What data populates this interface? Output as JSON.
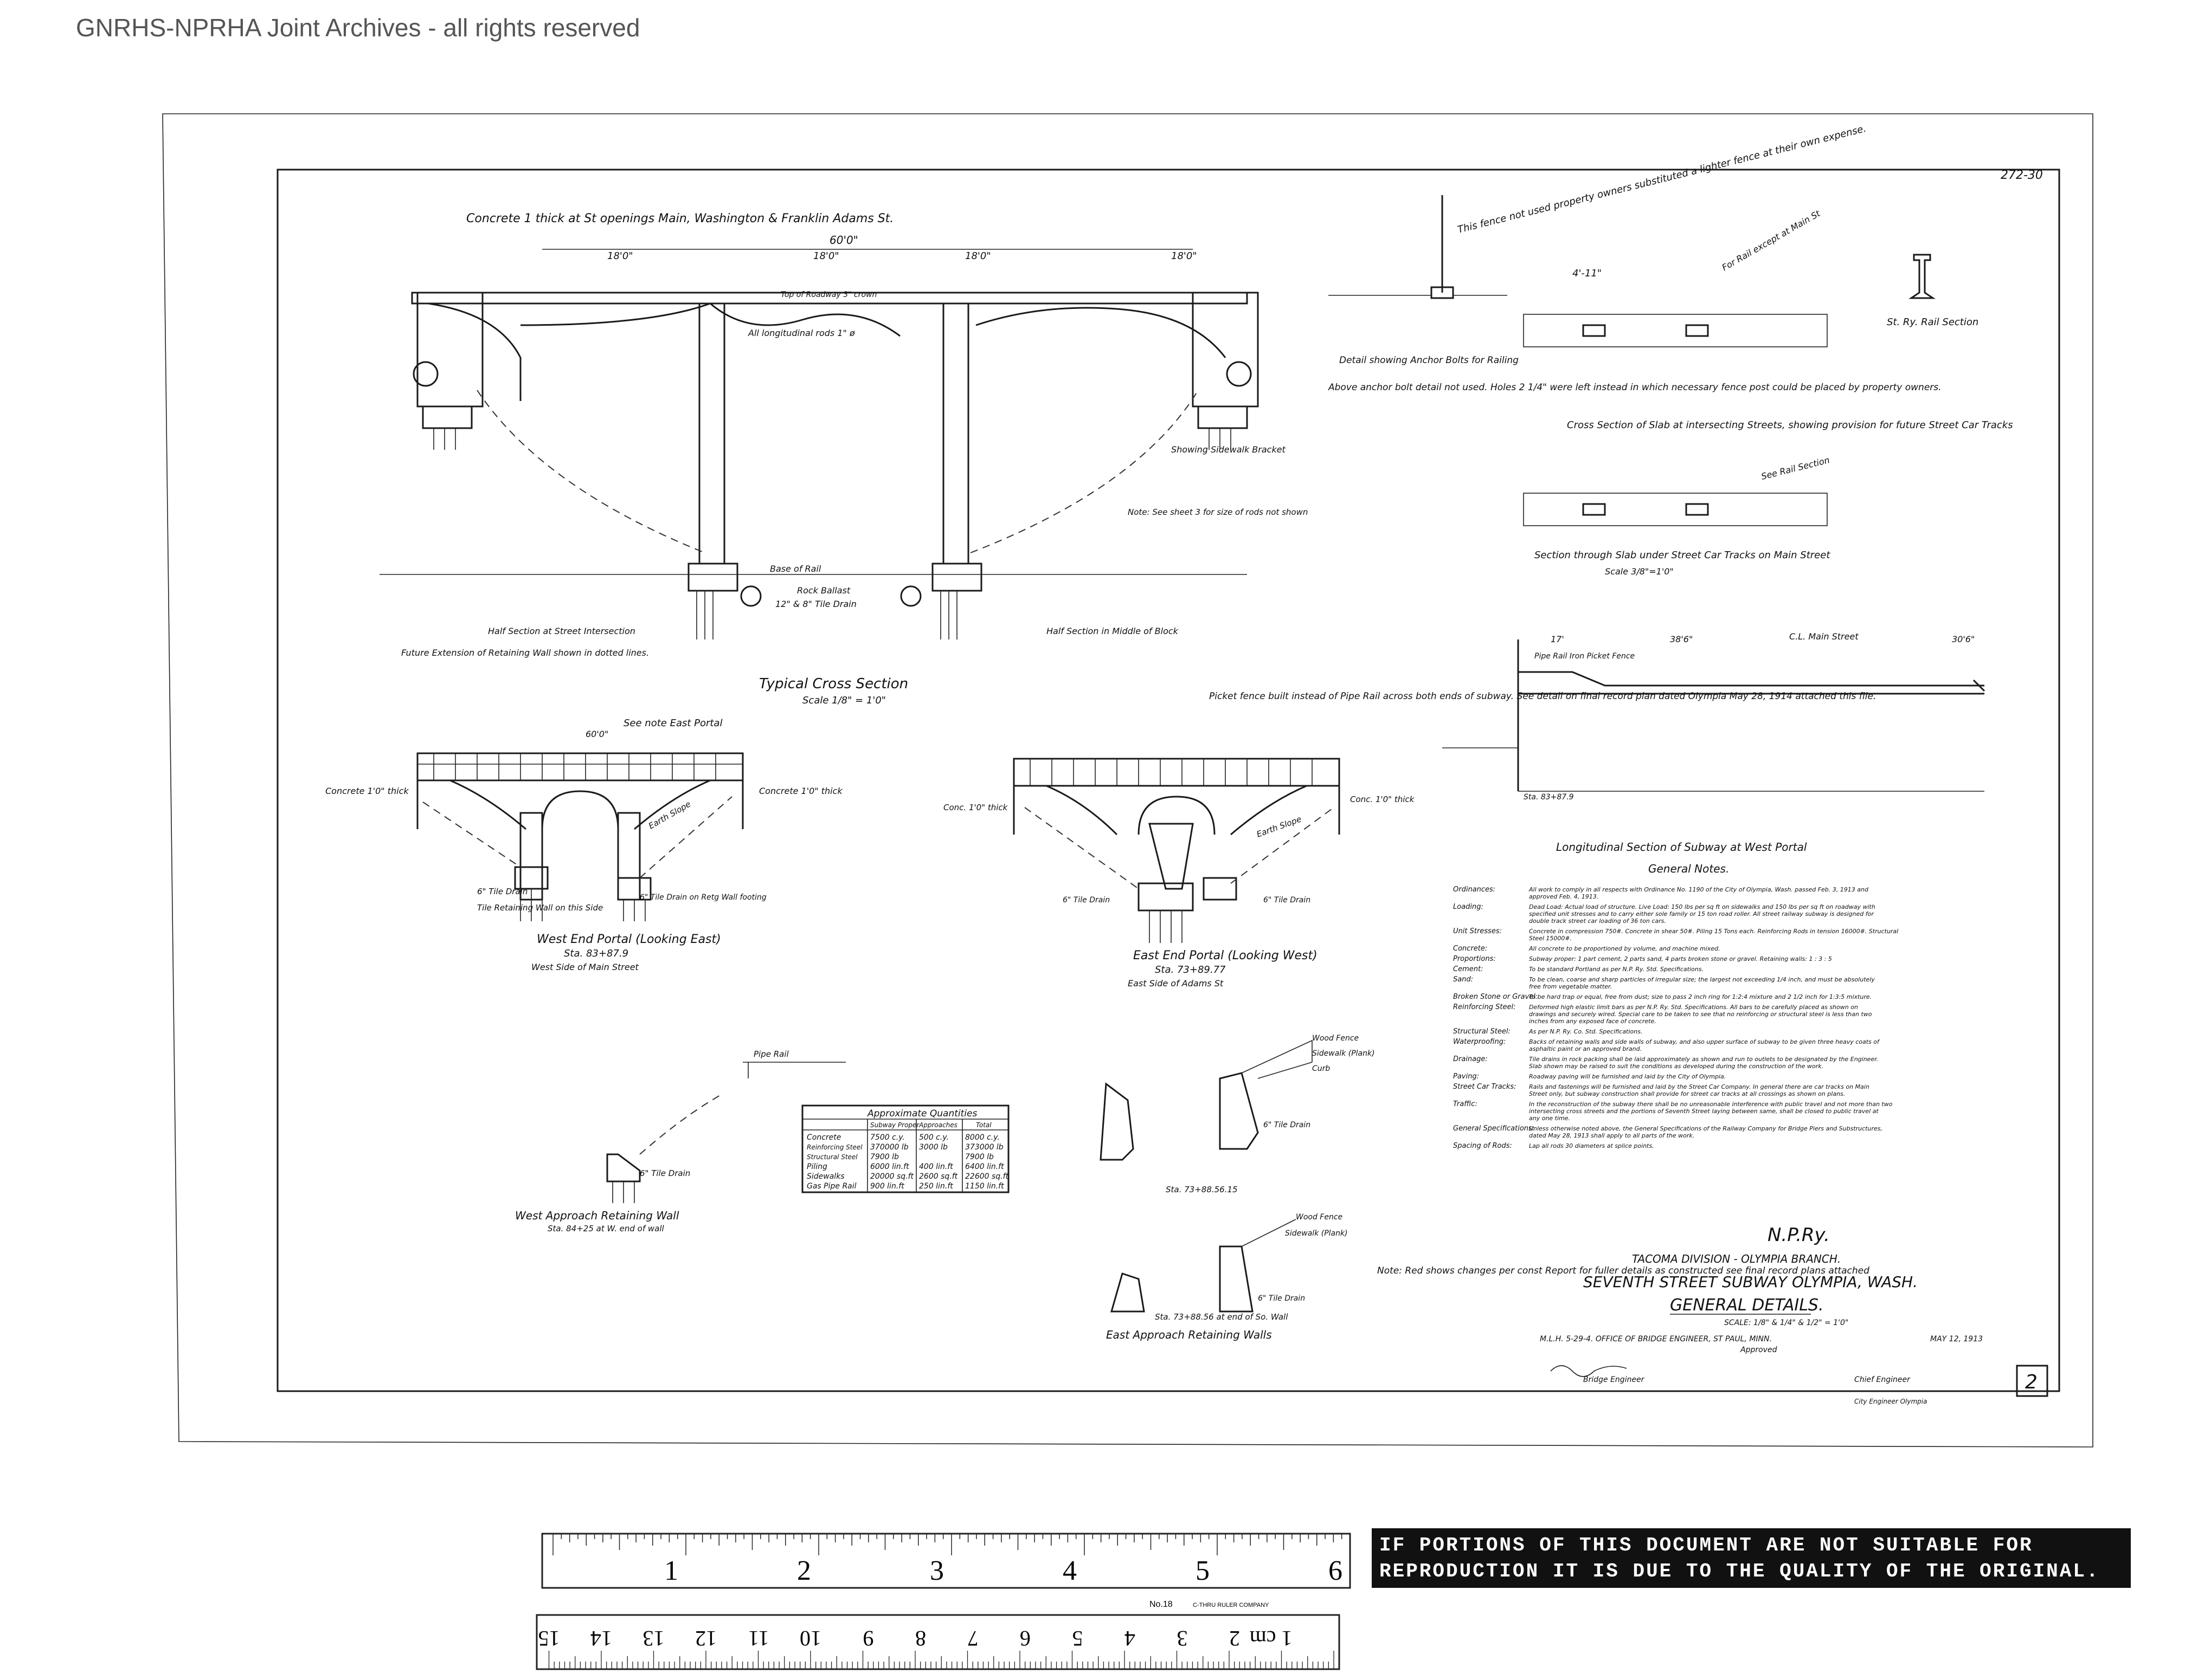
{
  "watermark": "GNRHS-NPRHA Joint Archives - all rights reserved",
  "sheet_ref": "272-30",
  "sheet_number": "2",
  "typical_section": {
    "top_note": "Concrete 1 thick at St openings Main, Washington & Franklin Adams St.",
    "span_60": "60'0\"",
    "span_18a": "18'0\"",
    "span_18b": "18'0\"",
    "span_18c": "18'0\"",
    "span_18d": "18'0\"",
    "slab_rod": "Top of Roadway 3\" crown",
    "long_rods": "All longitudinal rods 1\" ø",
    "half_left": "Half Section at Street Intersection",
    "half_right": "Half Section in Middle of Block",
    "future_ext": "Future Extension of Retaining Wall shown in dotted lines.",
    "base_rail": "Base of Rail",
    "rock_ballast": "Rock Ballast",
    "tile_drain": "12\" & 8\" Tile Drain",
    "title": "Typical Cross Section",
    "scale": "Scale 1/8\" = 1'0\"",
    "bracket": "Showing Sidewalk Bracket",
    "note": "Note: See sheet 3 for size of rods not shown"
  },
  "fence_note": {
    "text1": "This fence not used property owners substituted a lighter fence at their own expense.",
    "text2": "Detail showing Anchor Bolts for Railing",
    "text3": "Above anchor bolt detail not used. Holes 2 1/4\" were left instead in which necessary fence post could be placed by property owners."
  },
  "slab_sections": {
    "dim_top": "4'-11\"",
    "street_car": "For Rail except at Main St",
    "title1": "Cross Section of Slab at intersecting Streets, showing provision for future Street Car Tracks",
    "title2": "Section through Slab under Street Car Tracks on Main Street",
    "scale2": "Scale 3/8\"=1'0\"",
    "rail_section": "St. Ry. Rail Section",
    "rail_section2": "See Rail Section"
  },
  "longitudinal": {
    "main_street": "C.L. Main Street",
    "pipe_fence": "Pipe Rail Iron Picket Fence",
    "title": "Longitudinal Section of Subway at West Portal",
    "sta": "Sta. 83+87.9",
    "d17": "17'",
    "d386": "38'6\"",
    "d306": "30'6\""
  },
  "west_portal": {
    "see_note": "See note East Portal",
    "d60": "60'0\"",
    "conc_left": "Concrete 1'0\" thick",
    "conc_right": "Concrete 1'0\" thick",
    "earth_slope": "Earth Slope",
    "tile_drain": "6\" Tile Drain",
    "retaining": "Tile Retaining Wall on this Side",
    "tile_drain2": "6\" Tile Drain on Retg Wall footing",
    "title": "West End Portal (Looking East)",
    "sta": "Sta. 83+87.9",
    "side": "West Side of Main Street"
  },
  "east_portal": {
    "picket": "Picket fence built instead of Pipe Rail across both ends of subway. See detail on final record plan dated Olympia May 28, 1914 attached this file.",
    "conc_left": "Conc. 1'0\" thick",
    "conc_right": "Conc. 1'0\" thick",
    "earth_slope": "Earth Slope",
    "tile_drain": "6\" Tile Drain",
    "tile_drain2": "6\" Tile Drain",
    "title": "East End Portal (Looking West)",
    "sta": "Sta. 73+89.77",
    "side": "East Side of Adams St"
  },
  "west_approach": {
    "pipe_rail": "Pipe Rail",
    "drain": "6\" Tile Drain",
    "title": "West Approach Retaining Wall",
    "sta": "Sta. 84+25 at W. end of wall"
  },
  "east_approach": {
    "wood_fence": "Wood Fence",
    "sidewalk": "Sidewalk (Plank)",
    "curb": "Curb",
    "drain": "6\" Tile Drain",
    "wood_fence2": "Wood Fence",
    "sidewalk2": "Sidewalk (Plank)",
    "drain2": "6\" Tile Drain",
    "sta1": "Sta. 73+88.56.15",
    "sta2": "Sta. 73+88.56 at end of So. Wall",
    "title": "East Approach Retaining Walls"
  },
  "quantities": {
    "title": "Approximate Quantities",
    "headers": [
      "",
      "Subway Proper",
      "Approaches",
      "Total"
    ],
    "rows": [
      [
        "Concrete",
        "7500 c.y.",
        "500 c.y.",
        "8000 c.y."
      ],
      [
        "Reinforcing Steel",
        "370000 lb",
        "3000 lb",
        "373000 lb"
      ],
      [
        "Structural Steel",
        "7900 lb",
        "",
        "7900 lb"
      ],
      [
        "Piling",
        "6000 lin.ft",
        "400 lin.ft",
        "6400 lin.ft"
      ],
      [
        "Sidewalks",
        "20000 sq.ft",
        "2600 sq.ft",
        "22600 sq.ft"
      ],
      [
        "Gas Pipe Rail",
        "900 lin.ft",
        "250 lin.ft",
        "1150 lin.ft"
      ]
    ]
  },
  "general_notes": {
    "title": "General Notes.",
    "items": [
      {
        "label": "Ordinances:",
        "text": "All work to comply in all respects with Ordinance No. 1190 of the City of Olympia, Wash. passed Feb. 3, 1913 and approved Feb. 4, 1913."
      },
      {
        "label": "Loading:",
        "text": "Dead Load: Actual load of structure. Live Load: 150 lbs per sq ft on sidewalks and 150 lbs per sq ft on roadway with specified unit stresses and to carry either sole family or 15 ton road roller. All street railway subway is designed for double track street car loading of 36 ton cars."
      },
      {
        "label": "Unit Stresses:",
        "text": "Concrete in compression 750#. Concrete in shear 50#. Piling 15 Tons each. Reinforcing Rods in tension 16000#. Structural Steel 15000#."
      },
      {
        "label": "Concrete:",
        "text": "All concrete to be proportioned by volume, and machine mixed."
      },
      {
        "label": "Proportions:",
        "text": "Subway proper: 1 part cement, 2 parts sand, 4 parts broken stone or gravel. Retaining walls: 1 : 3 : 5"
      },
      {
        "label": "Cement:",
        "text": "To be standard Portland as per N.P. Ry. Std. Specifications."
      },
      {
        "label": "Sand:",
        "text": "To be clean, coarse and sharp particles of irregular size; the largest not exceeding 1/4 inch, and must be absolutely free from vegetable matter."
      },
      {
        "label": "Broken Stone or Gravel:",
        "text": "To be hard trap or equal, free from dust; size to pass 2 inch ring for 1:2:4 mixture and 2 1/2 inch for 1:3:5 mixture."
      },
      {
        "label": "Reinforcing Steel:",
        "text": "Deformed high elastic limit bars as per N.P. Ry. Std. Specifications. All bars to be carefully placed as shown on drawings and securely wired. Special care to be taken to see that no reinforcing or structural steel is less than two inches from any exposed face of concrete."
      },
      {
        "label": "Structural Steel:",
        "text": "As per N.P. Ry. Co. Std. Specifications."
      },
      {
        "label": "Waterproofing:",
        "text": "Backs of retaining walls and side walls of subway, and also upper surface of subway to be given three heavy coats of asphaltic paint or an approved brand."
      },
      {
        "label": "Drainage:",
        "text": "Tile drains in rock packing shall be laid approximately as shown and run to outlets to be designated by the Engineer. Slab shown may be raised to suit the conditions as developed during the construction of the work."
      },
      {
        "label": "Paving:",
        "text": "Roadway paving will be furnished and laid by the City of Olympia."
      },
      {
        "label": "Street Car Tracks:",
        "text": "Rails and fastenings will be furnished and laid by the Street Car Company. In general there are car tracks on Main Street only, but subway construction shall provide for street car tracks at all crossings as shown on plans."
      },
      {
        "label": "Traffic:",
        "text": "In the reconstruction of the subway there shall be no unreasonable interference with public travel and not more than two intersecting cross streets and the portions of Seventh Street laying between same, shall be closed to public travel at any one time."
      },
      {
        "label": "General Specifications:",
        "text": "Unless otherwise noted above, the General Specifications of the Railway Company for Bridge Piers and Substructures, dated May 28, 1913 shall apply to all parts of the work."
      },
      {
        "label": "Spacing of Rods:",
        "text": "Lap all rods 30 diameters at splice points."
      }
    ]
  },
  "title_block": {
    "company": "N.P.Ry.",
    "division": "TACOMA DIVISION - OLYMPIA BRANCH.",
    "project": "SEVENTH STREET SUBWAY OLYMPIA, WASH.",
    "sheet": "GENERAL DETAILS.",
    "scale": "SCALE: 1/8\" & 1/4\" & 1/2\" = 1'0\"",
    "office": "M.L.H. 5-29-4.  OFFICE OF BRIDGE ENGINEER, ST PAUL, MINN.",
    "date": "MAY 12, 1913",
    "approved": "Approved",
    "bridge_engineer": "Bridge Engineer",
    "chief_engineer": "Chief Engineer",
    "city_engineer": "City Engineer Olympia"
  },
  "red_note": "Note: Red shows changes per const Report for fuller details as constructed see final record plans attached",
  "ruler": {
    "inches": [
      "1",
      "2",
      "3",
      "4",
      "5",
      "6"
    ],
    "cm": [
      "1 cm",
      "2",
      "3",
      "4",
      "5",
      "6",
      "7",
      "8",
      "9",
      "10",
      "11",
      "12",
      "13",
      "14",
      "15"
    ],
    "model": "No.18",
    "maker": "C-THRU RULER COMPANY"
  },
  "disclaimer": "IF PORTIONS OF THIS DOCUMENT ARE NOT SUITABLE FOR REPRODUCTION IT IS DUE TO THE QUALITY OF THE ORIGINAL."
}
